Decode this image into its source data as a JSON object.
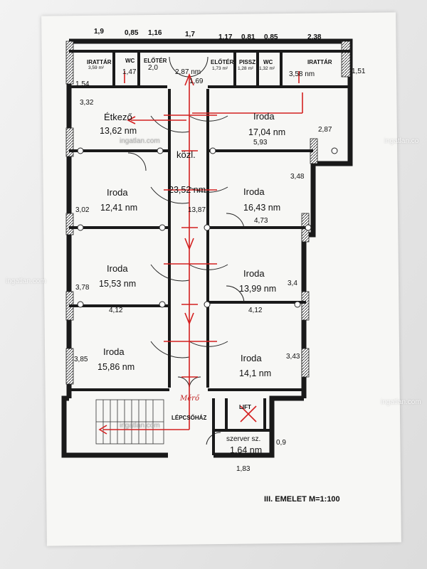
{
  "rooms": {
    "irattar_left": {
      "name": "IRATTÁR",
      "area": "3,59 m²"
    },
    "wc_left": {
      "name": "WC",
      "dim": "1,47"
    },
    "eloter_left": {
      "name": "ELŐTÉR",
      "area": "2,0"
    },
    "eloter_center": {
      "name": "ELŐTÉR",
      "area": "1,73 m²"
    },
    "pissz": {
      "name": "PISSZ",
      "area": "1,28 m²"
    },
    "wc_right": {
      "name": "WC",
      "area": "1,32 m²"
    },
    "irattar_right": {
      "name": "IRATTÁR",
      "area": "3,58 nm"
    },
    "center_top": {
      "area": "2,87 nm"
    },
    "etkezo": {
      "name": "Étkező",
      "area": "13,62 nm"
    },
    "iroda_tr": {
      "name": "Iroda",
      "area": "17,04 nm"
    },
    "kozl": {
      "name": "közl.",
      "area": "23,52 nm"
    },
    "iroda_l2": {
      "name": "Iroda",
      "area": "12,41 nm"
    },
    "iroda_r2": {
      "name": "Iroda",
      "area": "16,43 nm"
    },
    "iroda_l3": {
      "name": "Iroda",
      "area": "15,53 nm"
    },
    "iroda_r3": {
      "name": "Iroda",
      "area": "13,99 nm"
    },
    "iroda_l4": {
      "name": "Iroda",
      "area": "15,86 nm"
    },
    "iroda_r4": {
      "name": "Iroda",
      "area": "14,1 nm"
    },
    "lepcsohaz": {
      "name": "LÉPCSŐHÁZ"
    },
    "lift": {
      "name": "LIFT"
    },
    "szerver": {
      "name": "szerver sz.",
      "area": "1,64 nm"
    }
  },
  "dims_top": [
    "1,9",
    "0,85",
    "1,16",
    "1,7",
    "1,17",
    "0,81",
    "0,85",
    "2,38"
  ],
  "dims": {
    "d_1_69": "1,69",
    "d_1_51": "1,51",
    "d_1_54": "1,54",
    "d_3_32": "3,32",
    "d_2_87": "2,87",
    "d_5_93": "5,93",
    "d_3_48": "3,48",
    "d_3_02": "3,02",
    "d_13_87": "13,87",
    "d_4_73": "4,73",
    "d_3_78": "3,78",
    "d_3_4": "3,4",
    "d_4_12a": "4,12",
    "d_4_12b": "4,12",
    "d_3_85": "3,85",
    "d_3_43": "3,43",
    "d_0_9": "0,9",
    "d_1_83": "1,83"
  },
  "handwritten": "Mérő",
  "footer": "III. EMELET M=1:100",
  "watermarks": [
    "ingatlan.com",
    "ingatlan.com",
    "ingatlan.com",
    "ingatlan.com",
    "ingatlan.co"
  ],
  "colors": {
    "wall": "#1a1a1a",
    "route": "#d42020",
    "paper": "#f7f7f5"
  }
}
